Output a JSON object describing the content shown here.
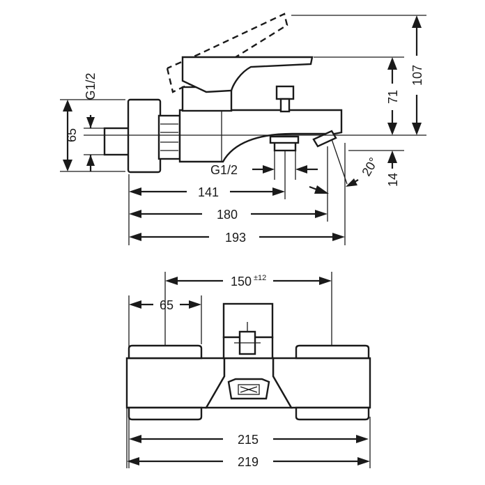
{
  "side_view": {
    "thread_inlet": "G1/2",
    "dim_65": "65",
    "thread_outlet": "G1/2",
    "dim_141": "141",
    "dim_180": "180",
    "dim_193": "193",
    "dim_107": "107",
    "dim_71": "71",
    "dim_14": "14",
    "angle_20": "20°"
  },
  "top_view": {
    "dim_150": "150",
    "dim_150_tol": "±12",
    "dim_65": "65",
    "dim_215": "215",
    "dim_219": "219"
  }
}
